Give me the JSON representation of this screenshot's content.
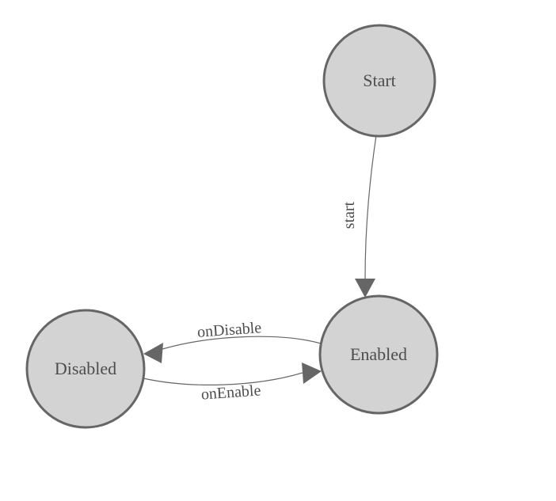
{
  "diagram": {
    "kind": "state-machine",
    "nodes": [
      {
        "id": "start",
        "label": "Start"
      },
      {
        "id": "enabled",
        "label": "Enabled"
      },
      {
        "id": "disabled",
        "label": "Disabled"
      }
    ],
    "edges": [
      {
        "from": "Start",
        "to": "Enabled",
        "label": "start"
      },
      {
        "from": "Enabled",
        "to": "Disabled",
        "label": "onDisable"
      },
      {
        "from": "Disabled",
        "to": "Enabled",
        "label": "onEnable"
      }
    ],
    "colors": {
      "background": "#ffffff",
      "node_fill": "#d3d3d3",
      "node_stroke": "#666666",
      "edge_stroke": "#666666",
      "arrowhead_fill": "#666666",
      "text": "#4d4d4d"
    }
  }
}
